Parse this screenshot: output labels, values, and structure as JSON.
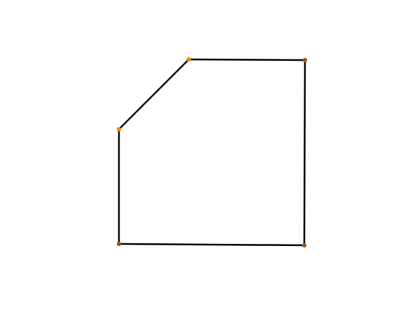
{
  "diagram": {
    "type": "polygon-outline",
    "background": "#ffffff",
    "edge_color": "#000000",
    "edge_count": 5,
    "vertices": [
      {
        "name": "top-left-upper",
        "color": "#f08a00"
      },
      {
        "name": "top-right",
        "color": "#a0521a"
      },
      {
        "name": "bottom-right",
        "color": "#a0521a"
      },
      {
        "name": "bottom-left",
        "color": "#a0521a"
      },
      {
        "name": "left-upper",
        "color": "#f08a00"
      }
    ]
  }
}
